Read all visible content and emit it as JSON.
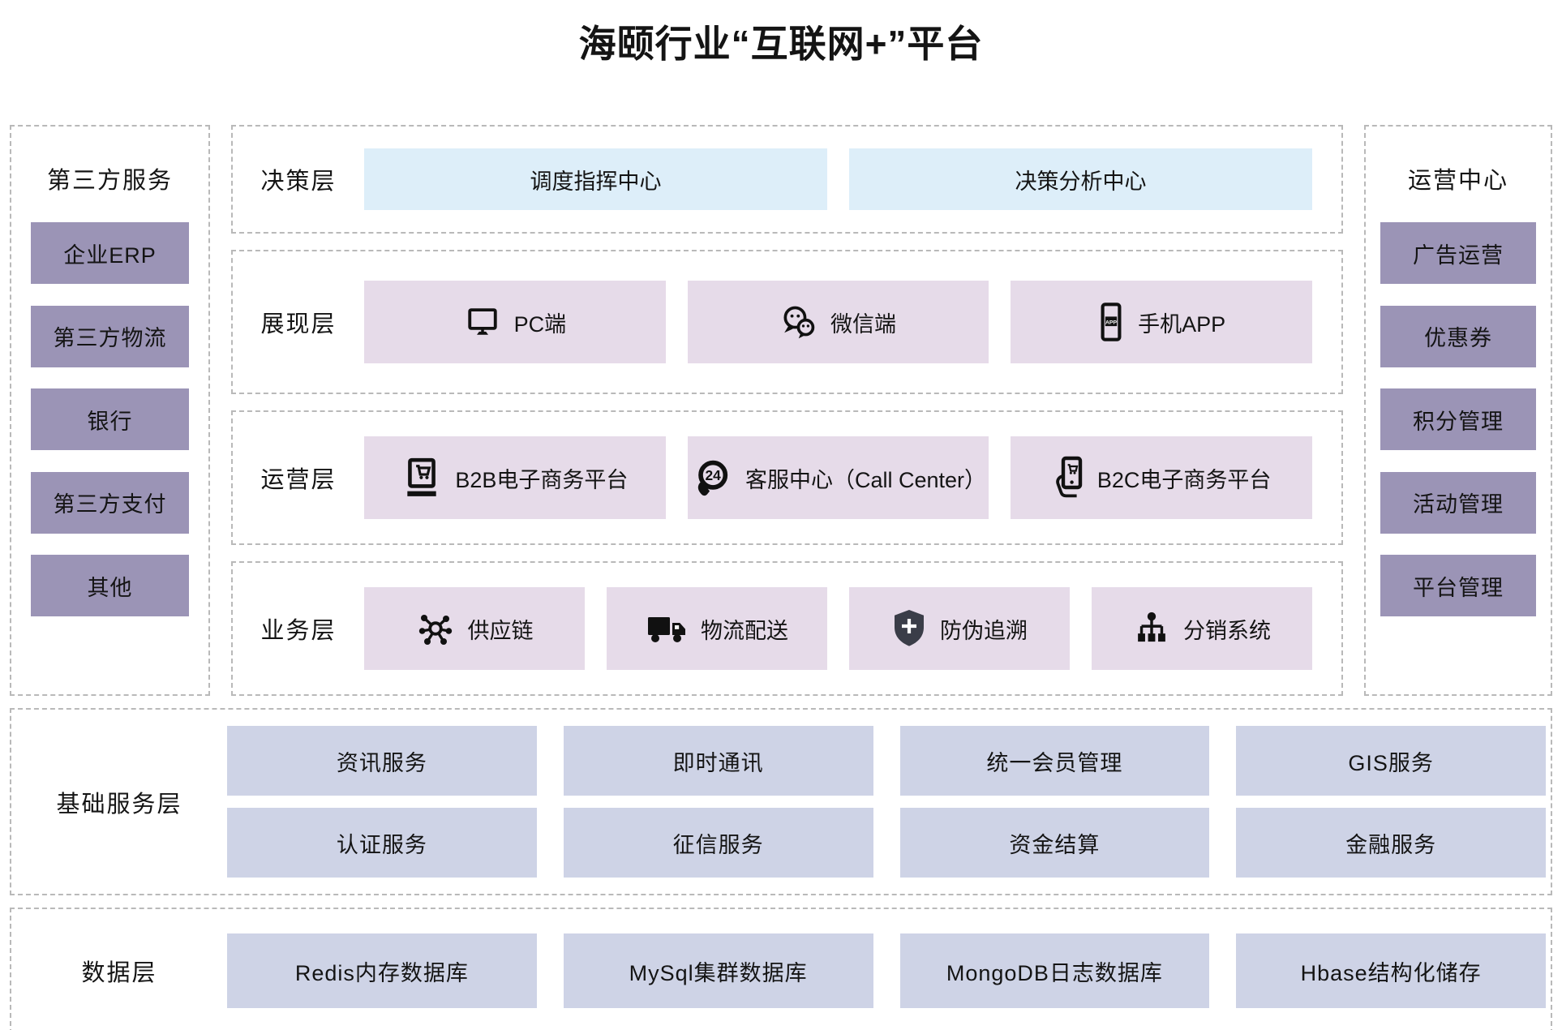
{
  "title": "海颐行业“互联网+”平台",
  "left_sidebar": {
    "title": "第三方服务",
    "items": [
      "企业ERP",
      "第三方物流",
      "银行",
      "第三方支付",
      "其他"
    ]
  },
  "right_sidebar": {
    "title": "运营中心",
    "items": [
      "广告运营",
      "优惠券",
      "积分管理",
      "活动管理",
      "平台管理"
    ]
  },
  "layers": {
    "decision": {
      "label": "决策层",
      "items": [
        {
          "label": "调度指挥中心"
        },
        {
          "label": "决策分析中心"
        }
      ]
    },
    "presentation": {
      "label": "展现层",
      "items": [
        {
          "icon": "monitor-icon",
          "label": "PC端"
        },
        {
          "icon": "wechat-icon",
          "label": "微信端"
        },
        {
          "icon": "phone-app-icon",
          "label": "手机APP"
        }
      ]
    },
    "operation": {
      "label": "运营层",
      "items": [
        {
          "icon": "b2b-ecommerce-icon",
          "label": "B2B电子商务平台"
        },
        {
          "icon": "callcenter-24-icon",
          "label": "客服中心（Call Center）"
        },
        {
          "icon": "b2c-ecommerce-icon",
          "label": "B2C电子商务平台"
        }
      ]
    },
    "business": {
      "label": "业务层",
      "items": [
        {
          "icon": "supply-chain-icon",
          "label": "供应链"
        },
        {
          "icon": "logistics-truck-icon",
          "label": "物流配送"
        },
        {
          "icon": "anti-counterfeit-shield-icon",
          "label": "防伪追溯"
        },
        {
          "icon": "distribution-tree-icon",
          "label": "分销系统"
        }
      ]
    },
    "base_services": {
      "label": "基础服务层",
      "rows": [
        [
          "资讯服务",
          "即时通讯",
          "统一会员管理",
          "GIS服务"
        ],
        [
          "认证服务",
          "征信服务",
          "资金结算",
          "金融服务"
        ]
      ]
    },
    "data": {
      "label": "数据层",
      "items": [
        "Redis内存数据库",
        "MySql集群数据库",
        "MongoDB日志数据库",
        "Hbase结构化储存"
      ]
    }
  },
  "colors": {
    "purple_box": "#9b94b6",
    "light_blue_box": "#ddeef9",
    "pink_box": "#e6dbe9",
    "periwinkle_box": "#ced3e6",
    "dashed_border": "#b9b9b9",
    "text": "#141414",
    "shield_fill": "#3a3d48"
  }
}
